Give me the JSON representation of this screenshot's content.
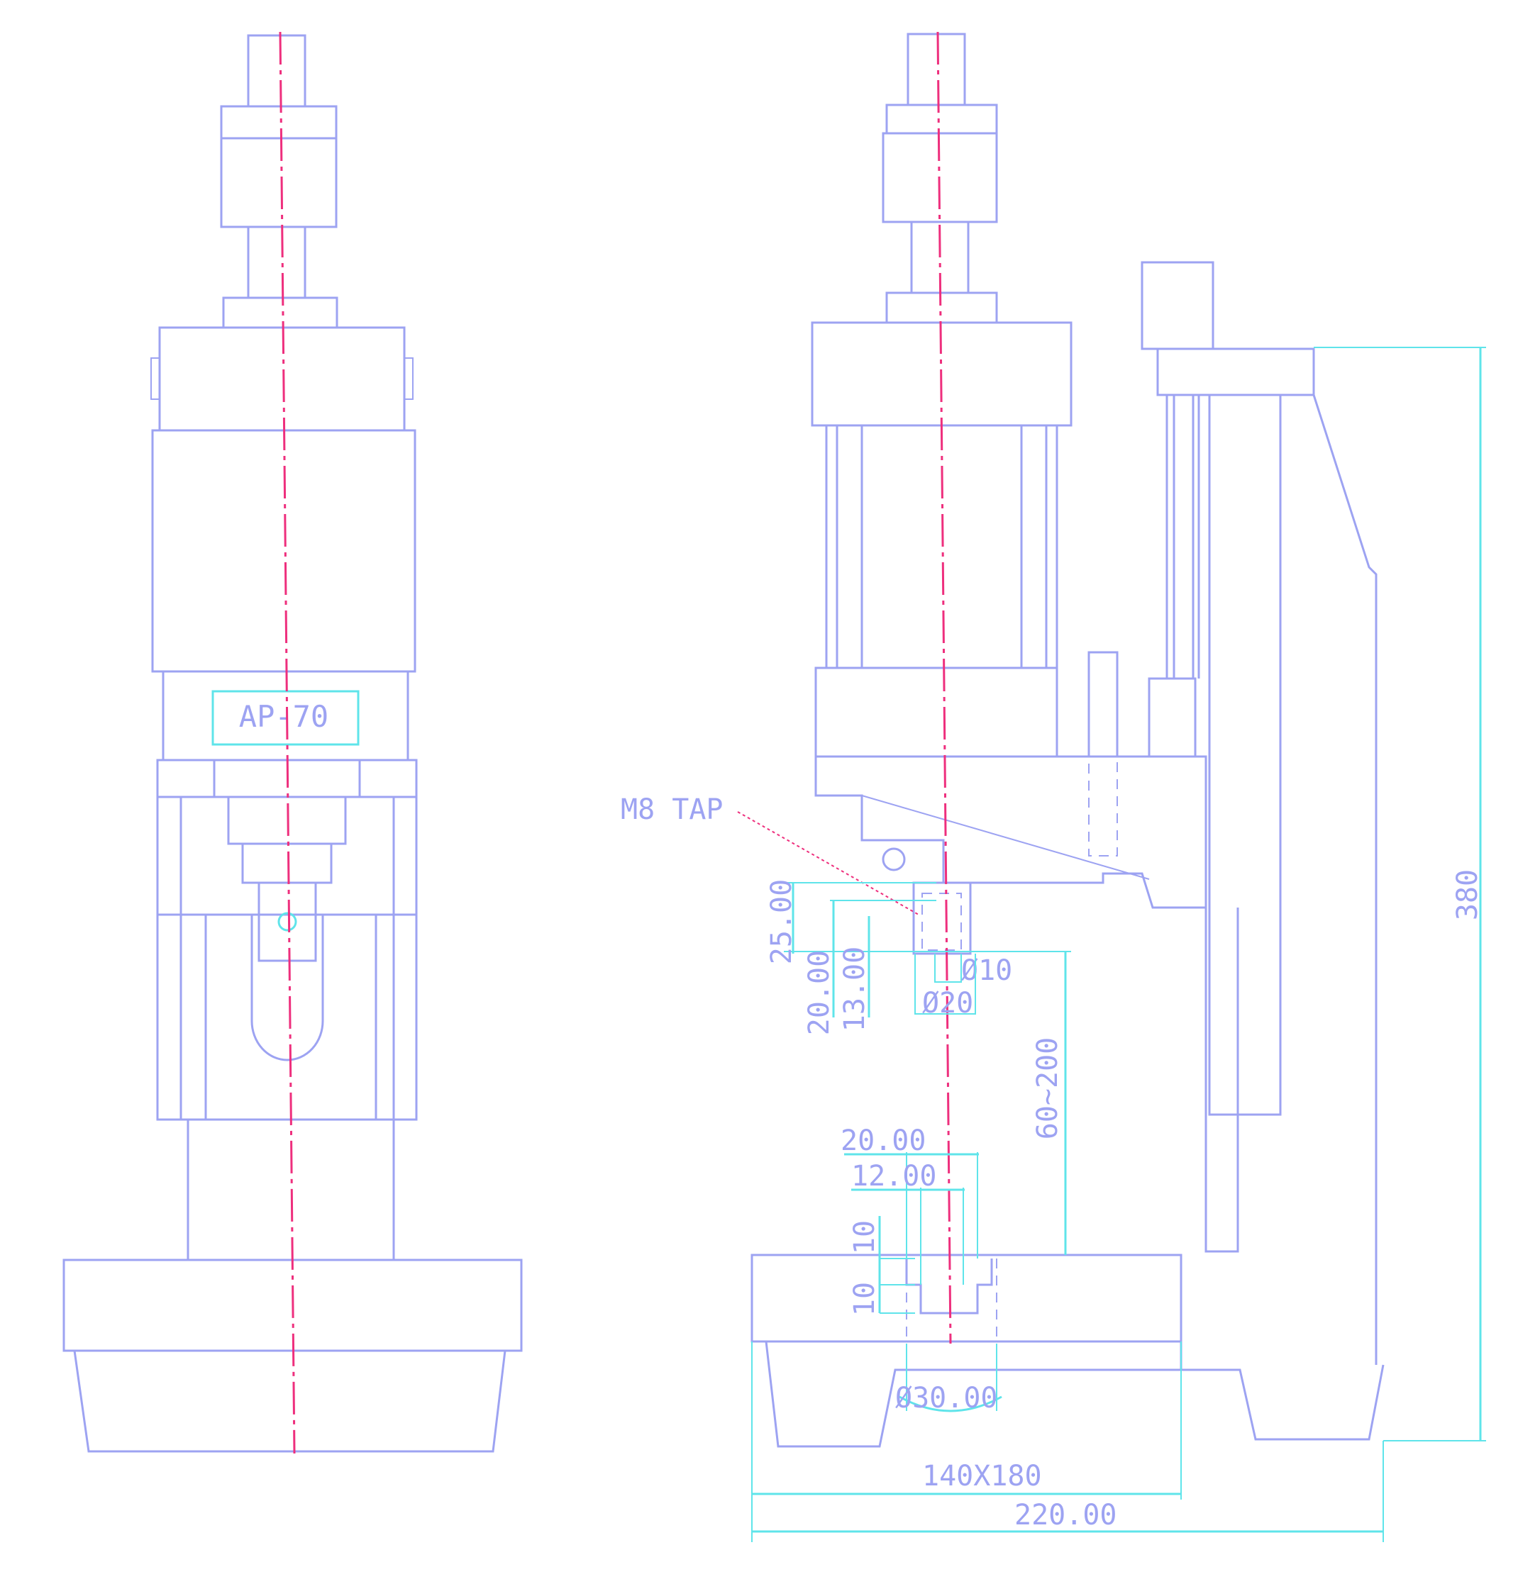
{
  "colors": {
    "outline": "#9da3f2",
    "centerline": "#ee2f7d",
    "dimension": "#5fe4ea",
    "background": "#ffffff"
  },
  "front_view": {
    "nameplate_text": "AP-70"
  },
  "side_view": {
    "tap_note": "M8 TAP",
    "dimensions": {
      "overall_height": "380",
      "stroke_range": "60~200",
      "ram_depth_25": "25.00",
      "ram_depth_20": "20.00",
      "ram_depth_13": "13.00",
      "ram_bore_small": "Ø10",
      "ram_bore_large": "Ø20",
      "table_width_20": "20.00",
      "table_width_12": "12.00",
      "table_depth_upper": "10",
      "table_depth_lower": "10",
      "table_hole_dia": "Ø30.00",
      "base_size": "140X180",
      "overall_depth": "220.00"
    }
  }
}
